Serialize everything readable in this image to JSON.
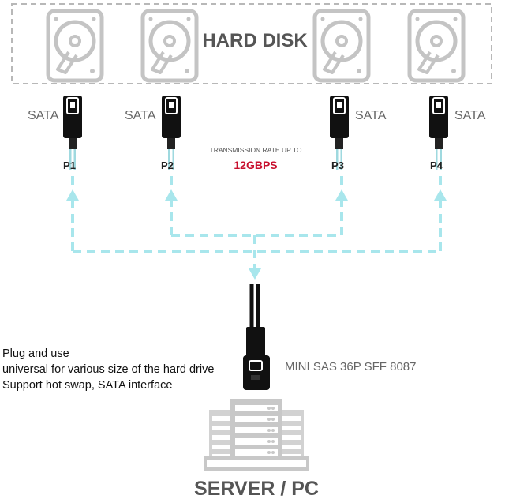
{
  "header": {
    "title": "HARD DISK"
  },
  "ports": [
    {
      "connector_label": "SATA",
      "port_label": "P1"
    },
    {
      "connector_label": "SATA",
      "port_label": "P2"
    },
    {
      "connector_label": "SATA",
      "port_label": "P3"
    },
    {
      "connector_label": "SATA",
      "port_label": "P4"
    }
  ],
  "transmission": {
    "caption": "TRANSMISSION RATE UP TO",
    "rate": "12GBPS"
  },
  "connector": {
    "label": "MINI SAS 36P SFF 8087"
  },
  "features": [
    "Plug and use",
    "universal for various size of the hard drive",
    "Support hot swap, SATA interface"
  ],
  "footer": {
    "title": "SERVER / PC"
  },
  "colors": {
    "accent_rate": "#c8102e",
    "flow_line": "#a8e6ec",
    "icon_gray": "#c4c4c4",
    "text_gray": "#555555",
    "border_dashed": "#b8b8b8"
  }
}
